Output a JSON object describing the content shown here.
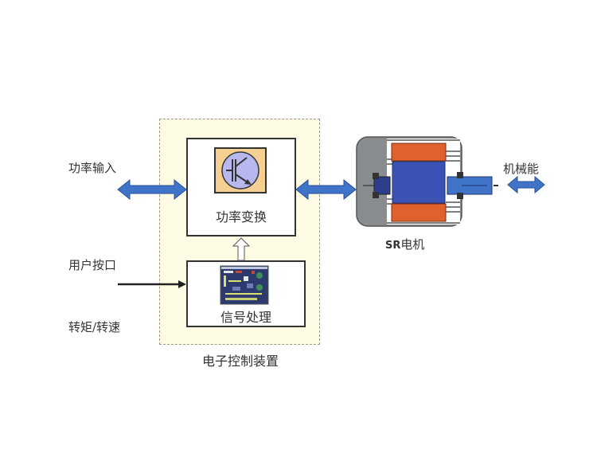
{
  "diagram": {
    "left_labels": {
      "power_input": "功率输入",
      "user_interface": "用户按口",
      "torque_speed": "转矩/转速"
    },
    "ecu": {
      "caption": "电子控制装置",
      "power_conversion": {
        "label": "功率变换",
        "icon": "transistor-icon"
      },
      "signal_processing": {
        "label": "信号处理",
        "icon": "circuit-board-icon"
      }
    },
    "motor": {
      "label_prefix": "SR",
      "label_suffix": "电机",
      "icon": "sr-motor-icon"
    },
    "output_label": "机械能",
    "colors": {
      "arrow_blue": "#3f74c8",
      "ecu_background": "#fdfbe3",
      "transistor_bg": "#f6cf92",
      "transistor_circle": "#b7b9ee",
      "motor_coil": "#e0612e",
      "motor_core": "#3a53b5",
      "motor_housing": "#8a8d90"
    }
  }
}
